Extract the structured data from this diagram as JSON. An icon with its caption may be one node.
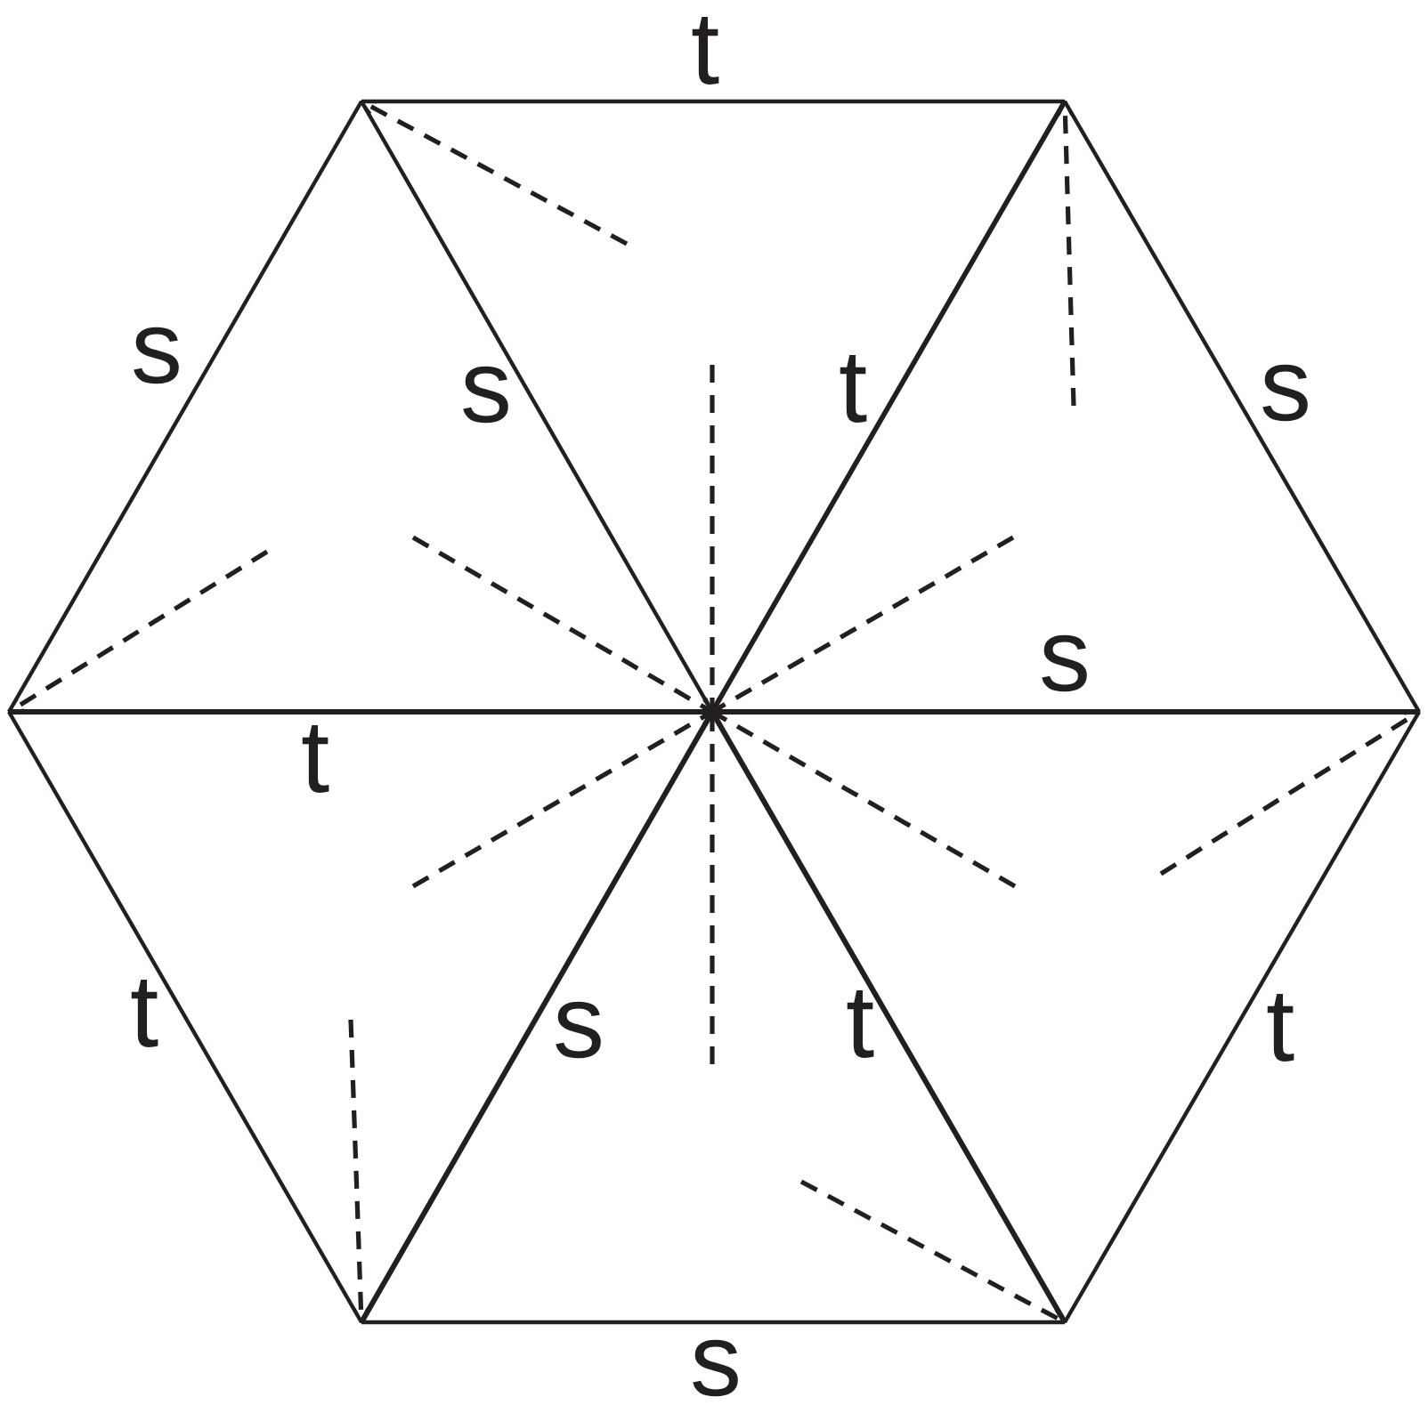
{
  "diagram": {
    "labels": [
      "t",
      "s",
      "s",
      "t",
      "s",
      "s",
      "t",
      "t",
      "s",
      "t",
      "t",
      "s"
    ]
  }
}
